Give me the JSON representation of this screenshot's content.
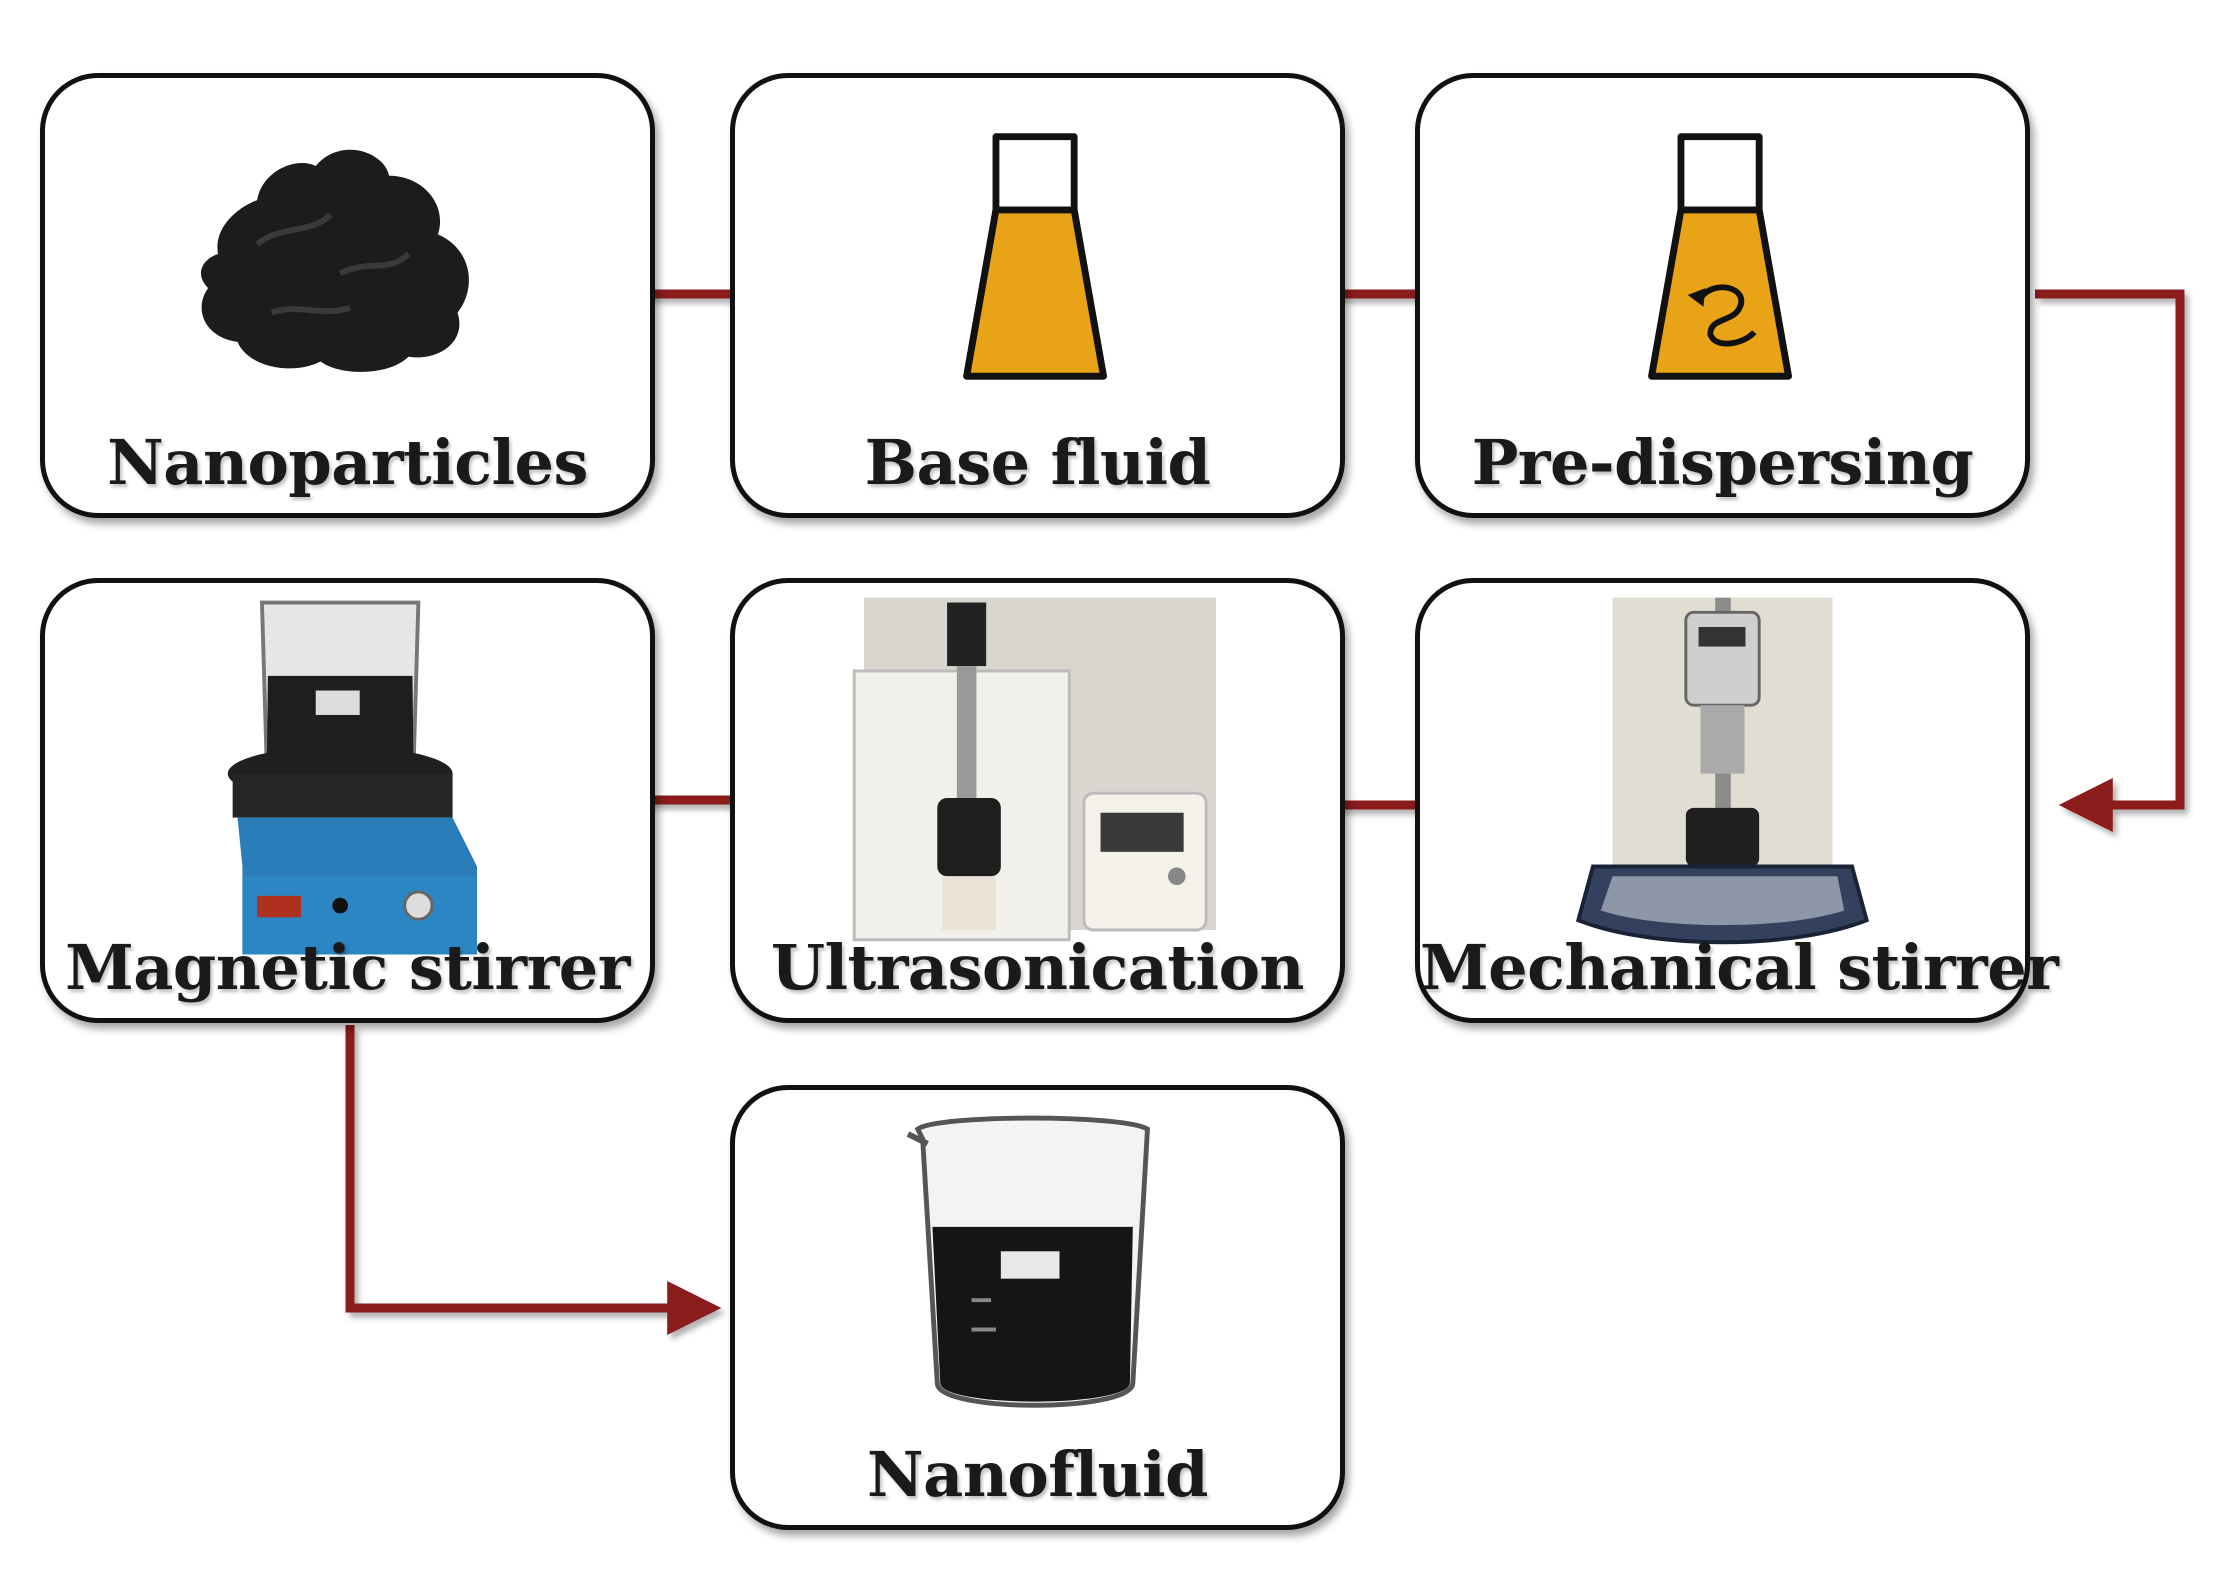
{
  "steps": [
    {
      "id": "nanoparticles",
      "label": "Nanoparticles",
      "icon": "powder-pile-icon"
    },
    {
      "id": "base-fluid",
      "label": "Base fluid",
      "icon": "flask-icon"
    },
    {
      "id": "pre-dispersing",
      "label": "Pre-dispersing",
      "icon": "flask-swirl-icon"
    },
    {
      "id": "mechanical-stirrer",
      "label": "Mechanical stirrer",
      "icon": "mechanical-stirrer-icon"
    },
    {
      "id": "ultrasonication",
      "label": "Ultrasonication",
      "icon": "ultrasonicator-icon"
    },
    {
      "id": "magnetic-stirrer",
      "label": "Magnetic stirrer",
      "icon": "magnetic-stirrer-icon"
    },
    {
      "id": "nanofluid",
      "label": "Nanofluid",
      "icon": "beaker-icon"
    }
  ],
  "colors": {
    "arrow": "#8b1a1a",
    "fluid": "#e8a317",
    "powder": "#1c1c1c",
    "box_border": "#111111"
  }
}
